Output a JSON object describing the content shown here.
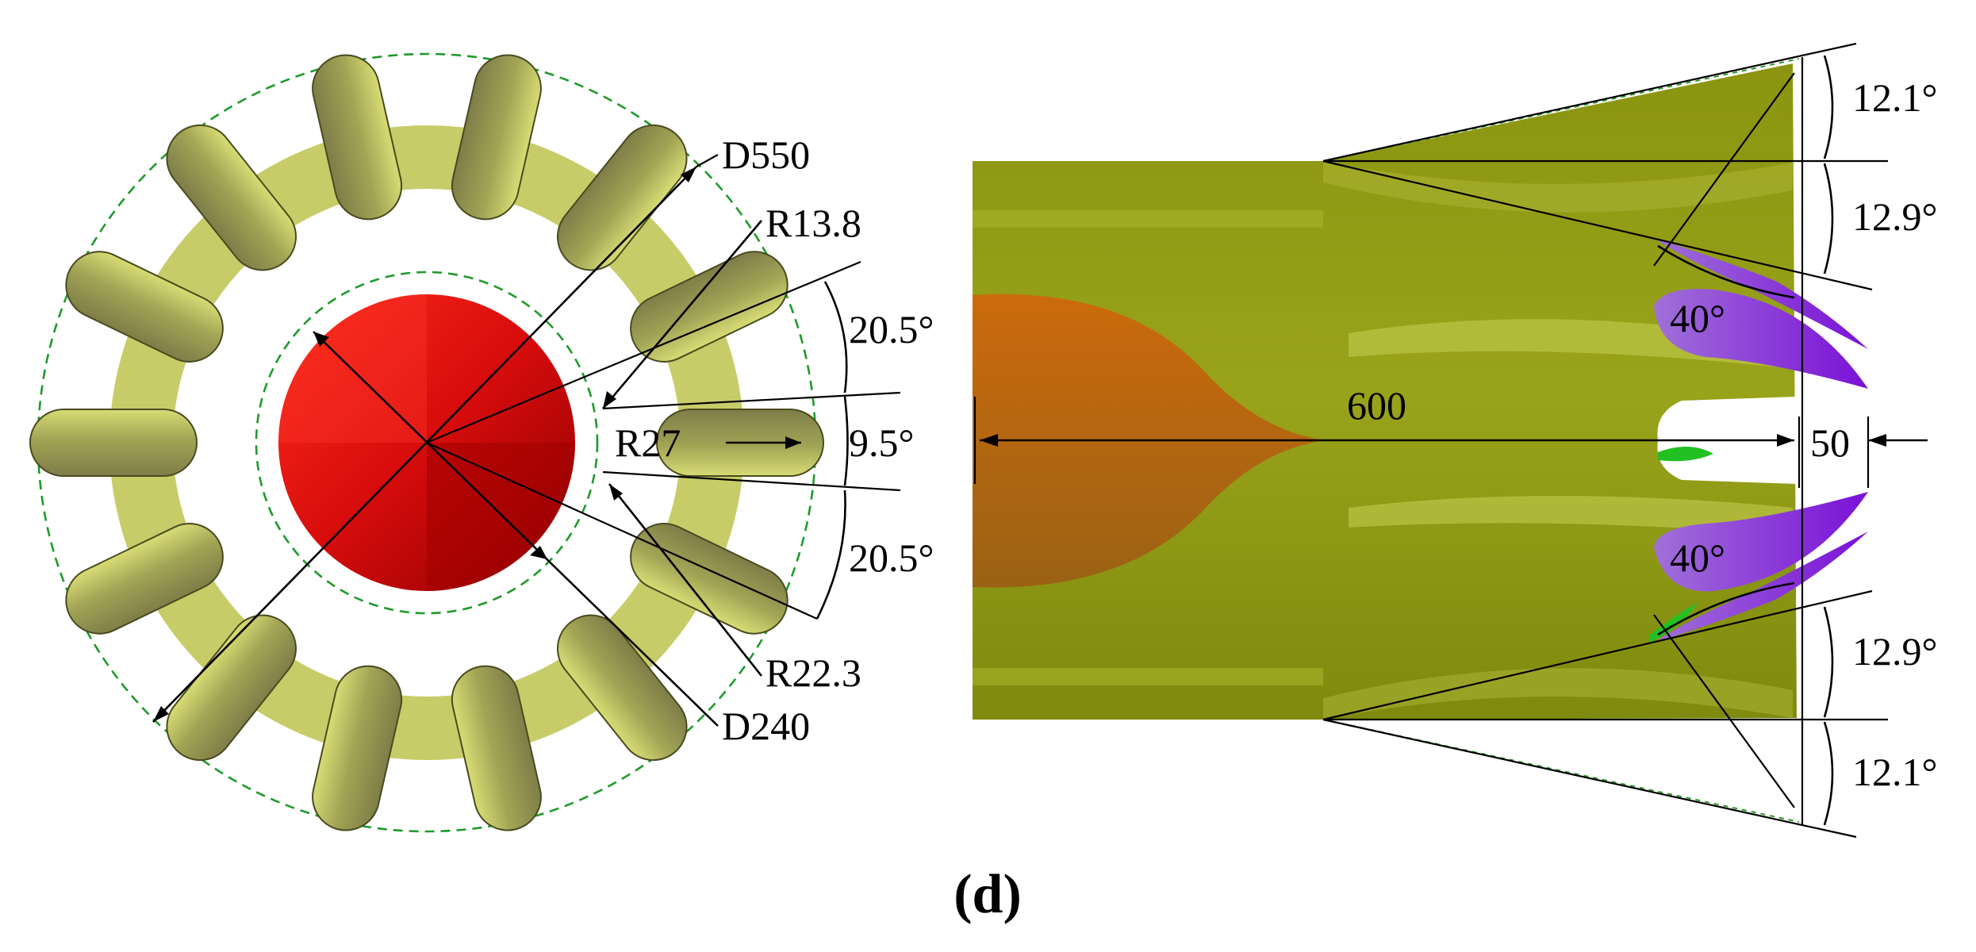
{
  "front_view": {
    "labels": {
      "d550": "D550",
      "r13_8": "R13.8",
      "angle_top": "20.5°",
      "r27": "R27",
      "angle_mid": "9.5°",
      "angle_bottom": "20.5°",
      "r22_3": "R22.3",
      "d240": "D240"
    }
  },
  "side_view": {
    "labels": {
      "length": "600",
      "angle_upper_outer": "12.1°",
      "angle_upper_inner": "12.9°",
      "angle_upper_lobe": "40°",
      "gap": "50",
      "angle_lower_lobe": "40°",
      "angle_lower_inner": "12.9°",
      "angle_lower_outer": "12.1°"
    }
  },
  "caption": "(d)",
  "colors": {
    "lobe": "#c9cc66",
    "lobe_dark": "#8e8f3e",
    "cone": "#e01010",
    "nozzle_body": "#8f9a12",
    "plug": "#c06a10",
    "purple_tab": "#8a1fd0",
    "green_tab": "#22c022",
    "dash": "#1f9a2a"
  }
}
